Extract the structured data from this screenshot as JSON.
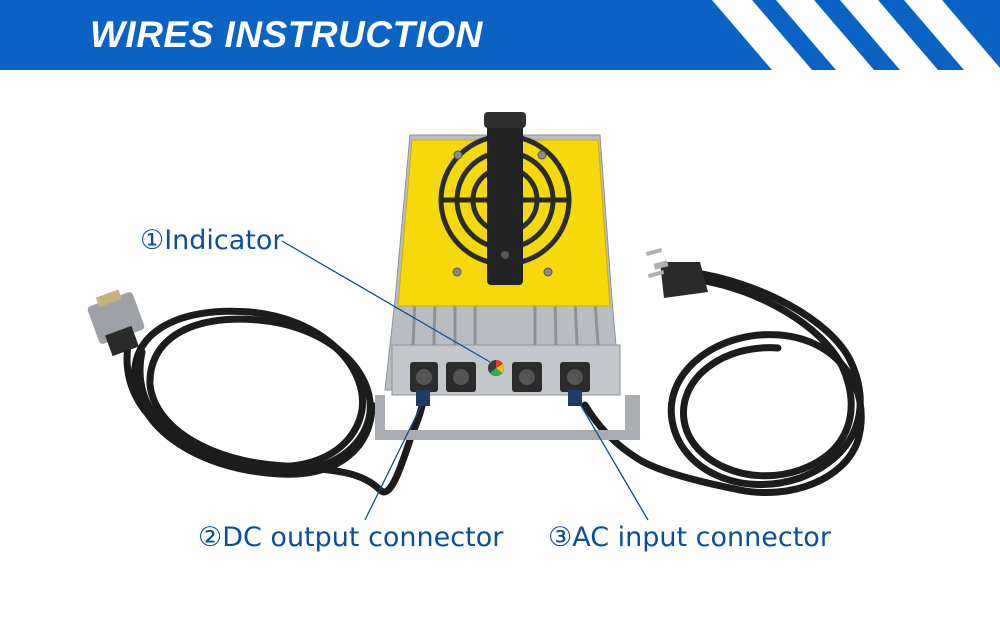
{
  "header": {
    "title": "WIRES INSTRUCTION"
  },
  "labels": {
    "indicator": "①Indicator",
    "dc_output": "②DC output connector",
    "ac_input": "③AC input connector"
  },
  "colors": {
    "header_bg": "#0a63c4",
    "label_text": "#0a4f9e",
    "panel_yellow": "#f5d90a",
    "housing_grey": "#b9bdc2",
    "cable": "#1c1c1c"
  }
}
